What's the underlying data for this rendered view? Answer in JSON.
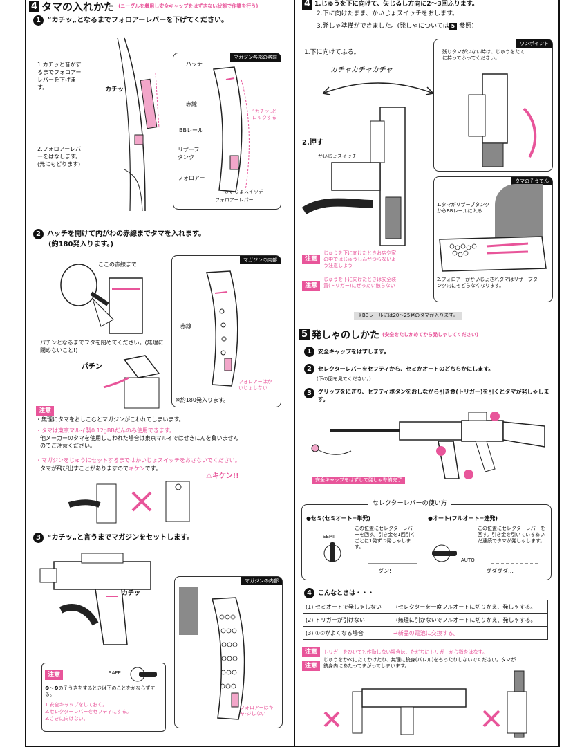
{
  "s4": {
    "num": "4",
    "title": "タマの入れかた",
    "note": "(ニーグルを着用し安全キャップをはずさない状態で作業を行う)",
    "step1": {
      "num": "1",
      "text": "“カチッ„となるまでフォロアーレバーを下げてください。"
    },
    "sub1": "1.カチッと音がするまでフォロアーレバーを下げます。",
    "katchi": "カチッ",
    "sub2": "2.フォロアーレバーをはなします。(元にもどります)",
    "partsTag": "マガジン各部の名前",
    "parts": {
      "hatch": "ハッチ",
      "redline": "赤線",
      "rail": "BBレール",
      "tank": "リザーブタンク",
      "follower": "フォロアー",
      "sw": "かいじょスイッチ",
      "lever": "フォロアーレバー",
      "pink": "“カチッ„とロックする"
    },
    "step2": {
      "num": "2",
      "text": "ハッチを開けて内がわの赤線までタマを入れます。",
      "sub": "(約180発入ります。)"
    },
    "redhere": "ここの赤線まで",
    "close": "パチンとなるまでフタを閉めてください。(無理に閉めないこと!)",
    "pachin": "パチン",
    "innerTag": "マガジンの内部",
    "innerRed": "赤線",
    "innerPink": "フォロアーはかいじょしない",
    "count": "※約180発入ります。",
    "warnLabel": "注意",
    "w1": "・無理にタマをおしこむとマガジンがこわれてしまいます。",
    "w2": "・タマは東京マルイ製0.12gBBだんのみ使用できます。",
    "w3": "他メーカーのタマを使用しこわれた場合は東京マルイではせきにんを負いません",
    "w3b": "のでご注意ください。",
    "w4": "・マガジンをじゅうにセットするまではかいじょスイッチをおさないでください。",
    "w5": "タマが飛び出すことがありますので",
    "w5k": "キケン",
    "w5e": "です。",
    "kiken": "キケン!!",
    "step3": {
      "num": "3",
      "text": "“カチッ„と言うまでマガジンをセットします。"
    },
    "katchi2": "カチッ",
    "inner2Tag": "マガジンの内部",
    "inner2Pink": "フォロアーはキャ-ジしない",
    "safe": "SAFE",
    "w6": "❷～❹のそうさをするときは下のことをかならずする。",
    "w6a": "1.安全キャップをしておく。",
    "w6b": "2.セレクターレバーをセフティにする。",
    "w6c": "3.さきに向けない。"
  },
  "s4r": {
    "num": "4",
    "l1": "1.じゅうを下に向けて、矢じるし方向に2～3回ふります。",
    "l2": "2.下に向けたまま、かいじょスイッチをおします。",
    "l3": "3.発しゃ準備ができました。(発しゃについては",
    "l3n": "5",
    "l3e": "参照)",
    "down": "1.下に向けてふる。",
    "kacha": "カチャカチャカチャ",
    "push": "2.押す",
    "pushsw": "かいじょスイッチ",
    "onepointTag": "ワンポイント",
    "onepoint": "残りタマが少ない時は、じゅうをたてに持ってふってください。",
    "tamaTag": "タマのそうてん",
    "tama1": "1.タマがリザーブタンクからBBレールに入る",
    "tama2": "2.フォロアーがかいじょされタマはリザーブタンク内にもどらなくなります。",
    "c1": "じゅうを下に向けたときお店や家の中ではじゅうしんがつらないよう注意しよう",
    "c2": "じゅうを下に向けたときは安全装置(トリガー)にぜったい触らない",
    "rail": "※BBレールには20～25発のタマが入ります。"
  },
  "s5": {
    "num": "5",
    "title": "発しゃのしかた",
    "note": "(安全をたしかめてから発しゃしてください)",
    "i1": {
      "num": "1",
      "text": "安全キャップをはずします。"
    },
    "i2": {
      "num": "2",
      "text": "セレクターレバーをセフティから、セミかオートのどちらかにします。",
      "sub": "(下の図を見てください。)"
    },
    "i3": {
      "num": "3",
      "text": "グリップをにぎり、セフティボタンをおしながら引き金(トリガー)を引くとタマが発しゃします。"
    },
    "callout": "安全キャップをはずして発しゃ準備完了",
    "selTitle": "セレクターレバーの使い方",
    "semi": "●セミ(セミオート=単発)",
    "auto": "●オート(フルオート=連発)",
    "semiDesc": "この位置にセレクターレバーを回す。引き金を1回引くごとに1発ずつ発しゃします。",
    "autoDesc": "この位置にセレクターレバーを回す。引き金を引いているあいだ連続でタマが発しゃします。",
    "semiLbl": "SEMI",
    "autoLbl": "AUTO",
    "dan": "ダン!",
    "dadada": "ダダダダ…",
    "i4": {
      "num": "4",
      "text": "こんなときは・・・"
    },
    "rows": [
      {
        "n": "1",
        "cond": "セミオートで発しゃしない",
        "fix": "→セレクターを一度フルオートに切りかえ、発しゃする。"
      },
      {
        "n": "2",
        "cond": "トリガーが引けない",
        "fix": "→無理に引かないでフルオートに切りかえ、発しゃする。"
      },
      {
        "n": "3",
        "cond": "①②がよくなる場合",
        "fix": "→新品の電池に交換する。"
      }
    ],
    "wl": "注意",
    "cw1": "トリガーをひいても作動しない場合は、ただちにトリガーから指をはなす。",
    "cw2": "じゅうをかべにたてかけたり、無理に銃身(バレル)をもったりしないでください。タマが銃身内にあたってまがってしまいます。"
  }
}
